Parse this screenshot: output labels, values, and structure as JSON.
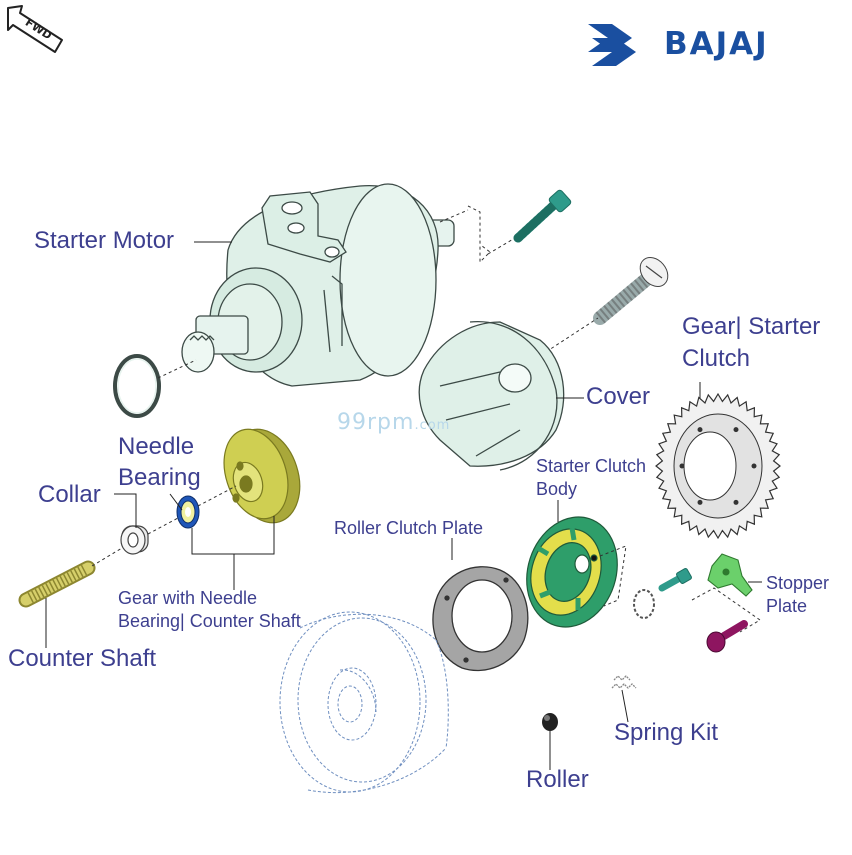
{
  "brand": {
    "name": "BAJAJ",
    "color": "#1a4fa0"
  },
  "fwd_badge": {
    "text": "FWD"
  },
  "watermark": {
    "main": "99rpm",
    "suffix": ".com"
  },
  "colors": {
    "label": "#3d3f8f",
    "motor": "#dff0e8",
    "bolt": "#2f9b8b",
    "gear_yellow": "#c8c84a",
    "clutch_green": "#2e9e6a",
    "clutch_yellow": "#e3de4b",
    "stopper_green": "#6bd06b",
    "bolt_purple": "#8e1560",
    "shaft_olive": "#b8b048"
  },
  "labels": {
    "starter_motor": "Starter Motor",
    "needle_bearing_1": "Needle",
    "needle_bearing_2": "Bearing",
    "collar": "Collar",
    "gear_with_needle_1": "Gear with Needle",
    "gear_with_needle_2": "Bearing| Counter Shaft",
    "counter_shaft": "Counter Shaft",
    "cover": "Cover",
    "gear_starter_clutch_1": "Gear| Starter",
    "gear_starter_clutch_2": "Clutch",
    "starter_clutch_body_1": "Starter Clutch",
    "starter_clutch_body_2": "Body",
    "roller_clutch_plate": "Roller Clutch Plate",
    "stopper_plate_1": "Stopper",
    "stopper_plate_2": "Plate",
    "spring_kit": "Spring Kit",
    "roller": "Roller"
  }
}
